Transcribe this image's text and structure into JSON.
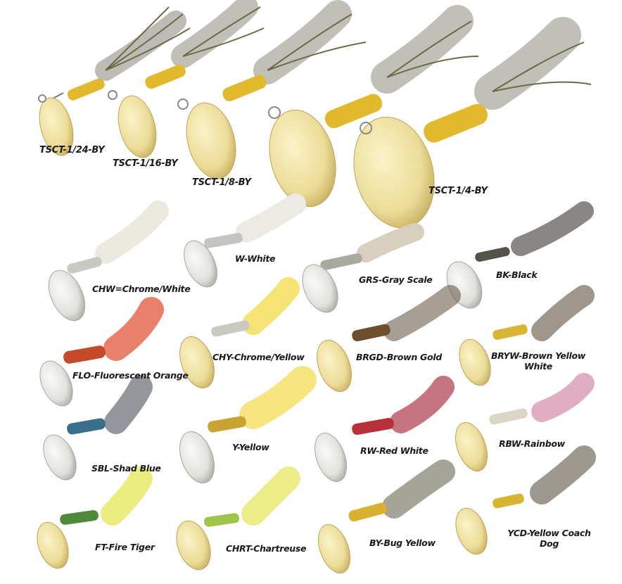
{
  "catalog": {
    "top_row": [
      {
        "code": "TSCT-1/24-BY",
        "size": "1/24"
      },
      {
        "code": "TSCT-1/16-BY",
        "size": "1/16"
      },
      {
        "code": "TSCT-1/8-BY",
        "size": "1/8"
      },
      {
        "code": "TSCT-1/4-BY",
        "size": "1/4"
      }
    ],
    "colors": [
      {
        "label": "CHW=Chrome/White",
        "body": "#c9c9c4",
        "tail": "#f2f0ea",
        "blade": "silver"
      },
      {
        "label": "W-White",
        "body": "#c4c4c0",
        "tail": "#efeee9",
        "blade": "silver"
      },
      {
        "label": "GRS-Gray Scale",
        "body": "#a9a9a2",
        "tail": "#d8cfbf",
        "blade": "silver"
      },
      {
        "label": "BK-Black",
        "body": "#55524c",
        "tail": "#3a3631",
        "blade": "silver"
      },
      {
        "label": "FLO-Fluorescent Orange",
        "body": "#c44a2a",
        "tail": "#e2563a",
        "blade": "silver"
      },
      {
        "label": "CHY-Chrome/Yellow",
        "body": "#c9c8c2",
        "tail": "#f3df5a",
        "blade": "gold"
      },
      {
        "label": "BRGD-Brown Gold",
        "body": "#6e4f2c",
        "tail": "#6d5d4c",
        "blade": "gold"
      },
      {
        "label": "BRYW-Brown Yellow White",
        "body": "#d8b535",
        "tail": "#5f5040",
        "blade": "gold"
      },
      {
        "label": "SBL-Shad Blue",
        "body": "#3b6f8e",
        "tail": "#3b3f47",
        "blade": "silver"
      },
      {
        "label": "Y-Yellow",
        "body": "#c9a334",
        "tail": "#f6e06a",
        "blade": "silver"
      },
      {
        "label": "RW-Red White",
        "body": "#b7303a",
        "tail": "#a82a3a",
        "blade": "silver"
      },
      {
        "label": "RBW-Rainbow",
        "body": "#dcd6c7",
        "tail": "#c9789a",
        "blade": "gold"
      },
      {
        "label": "FT-Fire Tiger",
        "body": "#4f8a3c",
        "tail": "#e8ea6a",
        "blade": "gold"
      },
      {
        "label": "CHRT-Chartreuse",
        "body": "#9fc44a",
        "tail": "#e9ea73",
        "blade": "gold"
      },
      {
        "label": "BY-Bug Yellow",
        "body": "#d9b02f",
        "tail": "#5a5b3f",
        "blade": "gold"
      },
      {
        "label": "YCD-Yellow Coach Dog",
        "body": "#d8b432",
        "tail": "#4d4434",
        "blade": "gold"
      }
    ]
  },
  "palette": {
    "gold_blade": "#efe2a6",
    "gold_blade_edge": "#c9b46a",
    "silver_blade": "#e6e6e2",
    "silver_blade_edge": "#a8a8a2",
    "bug_yellow": "#e2b92d",
    "tail_olive": "#5b5a3e"
  }
}
